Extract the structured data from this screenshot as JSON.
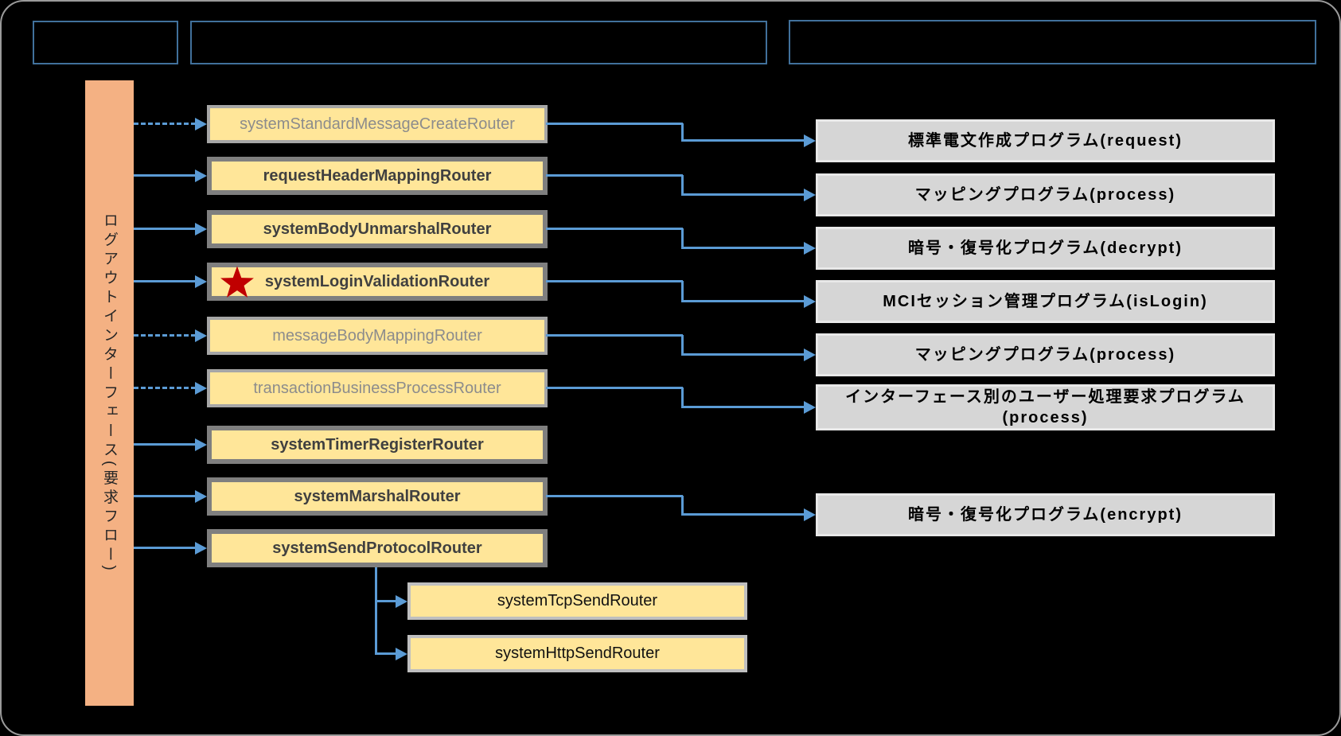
{
  "sidebar": {
    "label": "ログアウトインターフェース(要求フロー)"
  },
  "routers": [
    {
      "label": "systemStandardMessageCreateRouter",
      "state": "inactive",
      "incoming_arrow": "dashed"
    },
    {
      "label": "requestHeaderMappingRouter",
      "state": "active",
      "incoming_arrow": "solid"
    },
    {
      "label": "systemBodyUnmarshalRouter",
      "state": "active",
      "incoming_arrow": "solid"
    },
    {
      "label": "systemLoginValidationRouter",
      "state": "active",
      "incoming_arrow": "solid",
      "starred": true
    },
    {
      "label": "messageBodyMappingRouter",
      "state": "inactive",
      "incoming_arrow": "dashed"
    },
    {
      "label": "transactionBusinessProcessRouter",
      "state": "inactive",
      "incoming_arrow": "dashed"
    },
    {
      "label": "systemTimerRegisterRouter",
      "state": "active",
      "incoming_arrow": "solid"
    },
    {
      "label": "systemMarshalRouter",
      "state": "active",
      "incoming_arrow": "solid"
    },
    {
      "label": "systemSendProtocolRouter",
      "state": "active",
      "incoming_arrow": "solid"
    },
    {
      "label": "systemTcpSendRouter",
      "state": "child"
    },
    {
      "label": "systemHttpSendRouter",
      "state": "child"
    }
  ],
  "programs": [
    {
      "label": "標準電文作成プログラム(request)"
    },
    {
      "label": "マッピングプログラム(process)"
    },
    {
      "label": "暗号・復号化プログラム(decrypt)"
    },
    {
      "label": "MCIセッション管理プログラム(isLogin)"
    },
    {
      "label": "マッピングプログラム(process)"
    },
    {
      "label": "インターフェース別のユーザー処理要求プログラム\n(process)"
    },
    {
      "label": "暗号・復号化プログラム(encrypt)"
    }
  ],
  "colors": {
    "connector_blue": "#5B9BD5",
    "header_border_blue": "#41719C",
    "router_fill": "#FFE699",
    "router_border_active": "#7F7F7F",
    "router_border_inactive": "#A6A6A6",
    "router_border_child": "#BFBFBF",
    "program_fill": "#D6D6D6",
    "sidebar_fill": "#F4B183",
    "star_red": "#C00000",
    "background": "#000000"
  }
}
